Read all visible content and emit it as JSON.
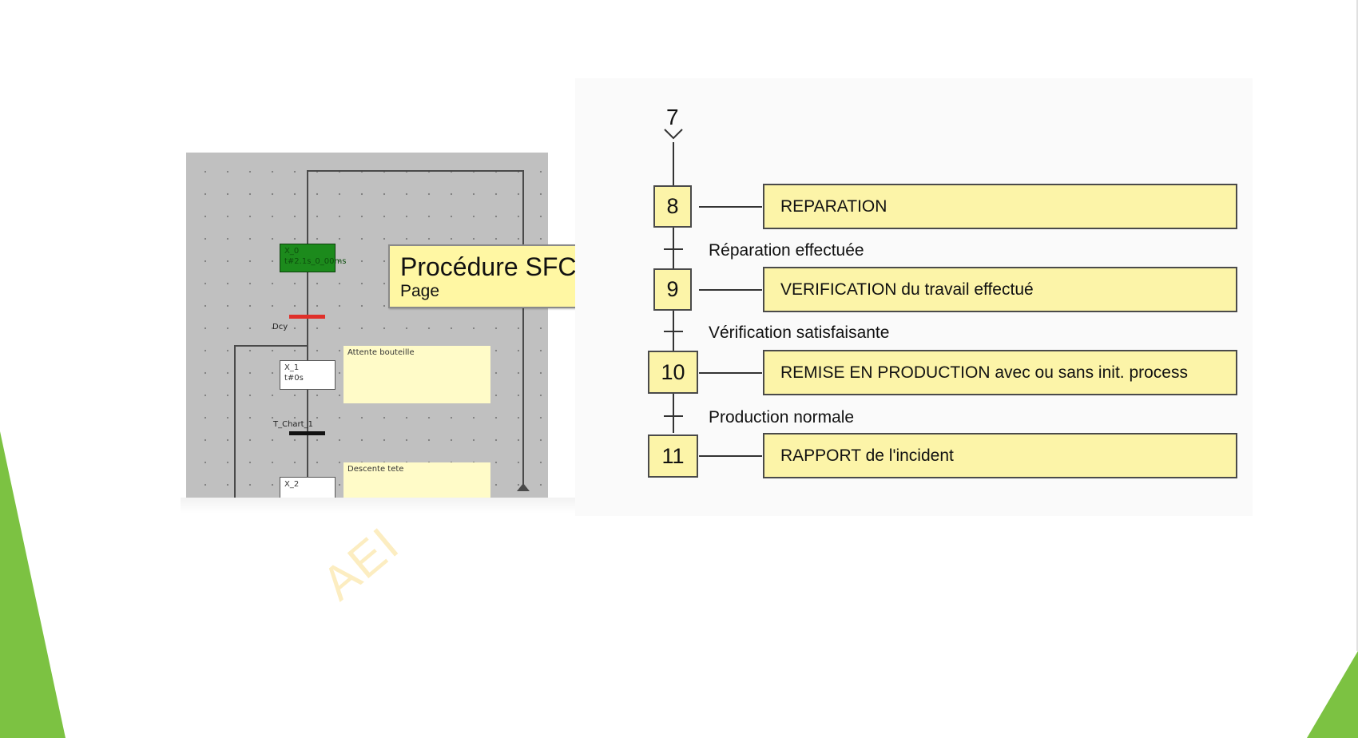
{
  "left_panel": {
    "tooltip": {
      "title": "Procédure SFC",
      "subtitle": "Page"
    },
    "steps": [
      {
        "name": "X_0",
        "time": "t#2.1s_0_00ms"
      },
      {
        "name": "X_1",
        "time": "t#0s"
      },
      {
        "name": "X_2"
      }
    ],
    "transitions": [
      {
        "label": "Dcy",
        "color": "#e0302a"
      },
      {
        "label": "T_Chart_1",
        "color": "#111111"
      }
    ],
    "actions": [
      "Attente bouteille",
      "Descente tete"
    ],
    "watermark": "AEI"
  },
  "grafcet": {
    "origin_step": "7",
    "steps": [
      {
        "number": "8",
        "action": "REPARATION"
      },
      {
        "number": "9",
        "action": "VERIFICATION du travail effectué"
      },
      {
        "number": "10",
        "action": "REMISE EN PRODUCTION avec ou sans init. process"
      },
      {
        "number": "11",
        "action": "RAPPORT de l'incident"
      }
    ],
    "transitions": [
      "Réparation effectuée",
      "Vérification satisfaisante",
      "Production normale"
    ]
  },
  "colors": {
    "accent_green": "#7cc242",
    "step_fill": "#fcf4a8",
    "active_step": "#1c8a1c",
    "editor_background": "#c0c0c0"
  }
}
